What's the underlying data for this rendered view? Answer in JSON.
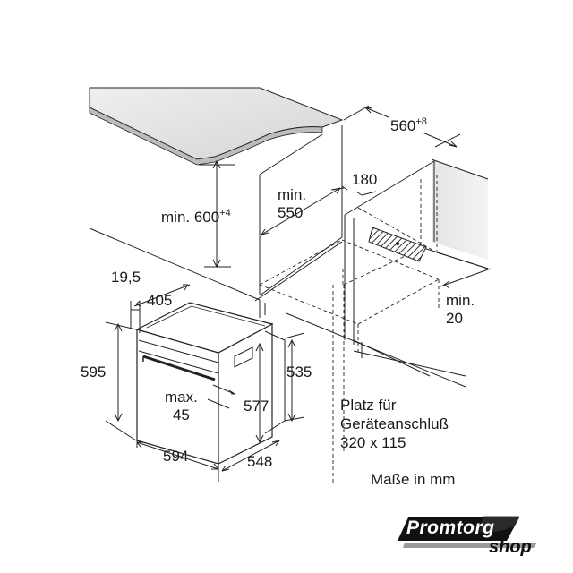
{
  "dimensions": {
    "cabinet_width": "560",
    "cabinet_width_tol": "+8",
    "niche_height": "min. 600",
    "niche_height_tol": "+4",
    "base_depth": [
      "min.",
      "550"
    ],
    "connection_offset": "180",
    "rear_gap": [
      "min.",
      "20"
    ],
    "door_offset": "19,5",
    "front_depth": "405",
    "oven_height": "595",
    "handle_depth": [
      "max.",
      "45"
    ],
    "inner_height": "577",
    "body_height": "535",
    "oven_width": "594",
    "oven_depth": "548"
  },
  "notes": {
    "connection_space": [
      "Platz für",
      "Geräteanschluß",
      "320 x 115"
    ],
    "units": "Maße in mm"
  },
  "logo": {
    "brand": "Promtorg",
    "suffix": "shop"
  }
}
